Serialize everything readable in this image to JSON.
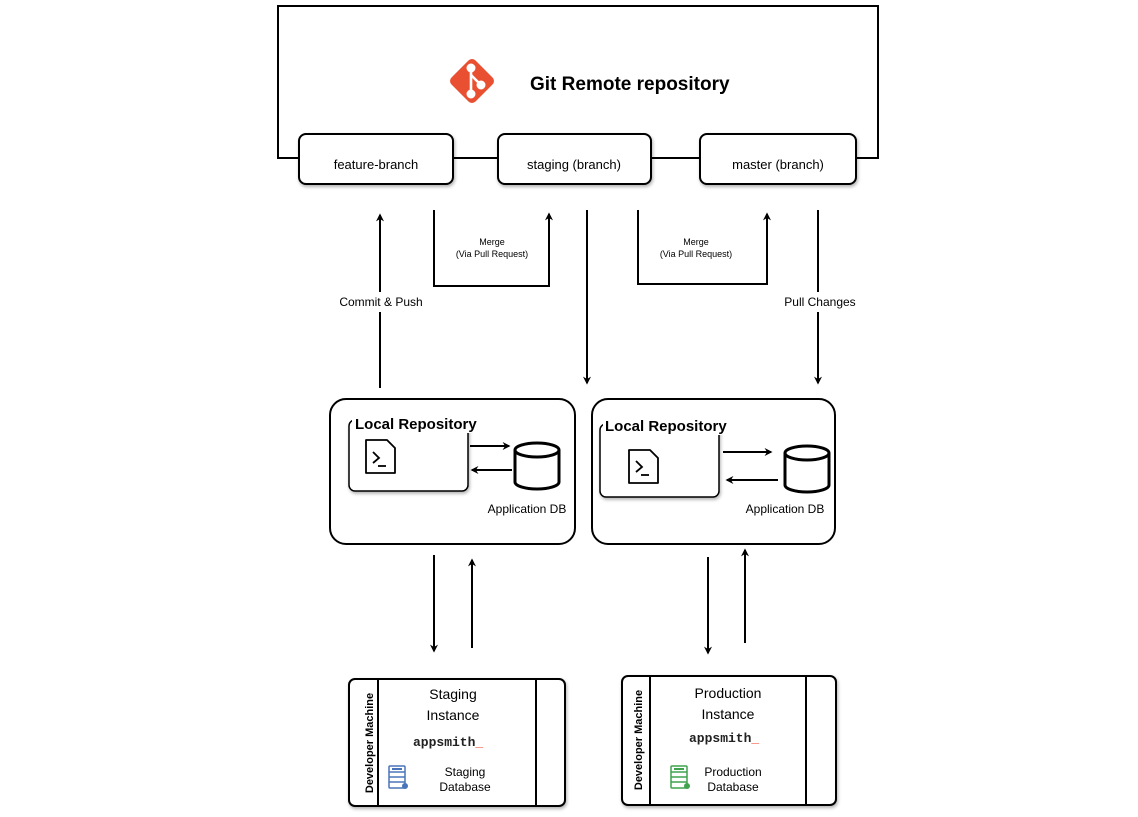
{
  "remote": {
    "title": "Git Remote repository",
    "logo_icon": "git-logo-icon",
    "logo_color": "#E94F31",
    "branches": {
      "feature": "feature-branch",
      "staging": "staging (branch)",
      "master": "master (branch)"
    }
  },
  "flows": {
    "commit_push": "Commit & Push",
    "merge_1_line1": "Merge",
    "merge_1_line2": "(Via Pull Request)",
    "merge_2_line1": "Merge",
    "merge_2_line2": "(Via Pull Request)",
    "pull_changes": "Pull Changes"
  },
  "local_left": {
    "title": "Local Repository",
    "file_icon": "terminal-file-icon",
    "db_icon": "database-icon",
    "db_label": "Application DB"
  },
  "local_right": {
    "title": "Local Repository",
    "file_icon": "terminal-file-icon",
    "db_icon": "database-icon",
    "db_label": "Application DB"
  },
  "machine_left": {
    "side_label": "Developer Machine",
    "instance_line1": "Staging",
    "instance_line2": "Instance",
    "instance_color": "#5B8FD0",
    "brand": "appsmith",
    "brand_cursor": "_",
    "brand_cursor_color": "#F05A45",
    "db_icon": "server-database-icon",
    "db_icon_color": "#4A74B8",
    "db_line1": "Staging",
    "db_line2": "Database"
  },
  "machine_right": {
    "side_label": "Developer Machine",
    "instance_line1": "Production",
    "instance_line2": "Instance",
    "instance_color": "#3C9A2A",
    "brand": "appsmith",
    "brand_cursor": "_",
    "brand_cursor_color": "#F05A45",
    "db_icon": "server-database-icon",
    "db_icon_color": "#3FA34D",
    "db_line1": "Production",
    "db_line2": "Database"
  }
}
